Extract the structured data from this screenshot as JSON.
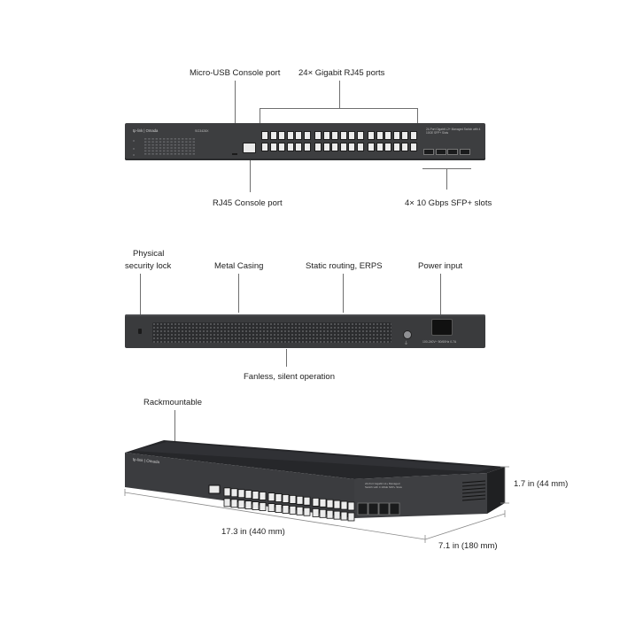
{
  "front_panel": {
    "brand": "tp-link | Omada",
    "model": "SG3428X",
    "description": "24-Port Gigabit L2+ Managed Switch with 4 10GE SFP+ Slots",
    "callouts": {
      "micro_usb": "Micro-USB Console port",
      "rj45_ports": "24× Gigabit RJ45 ports",
      "rj45_console": "RJ45 Console port",
      "sfp_slots": "4× 10 Gbps SFP+ slots"
    }
  },
  "rear_panel": {
    "power_rating": "100-240V~ 50/60Hz 0.7A",
    "callouts": {
      "security_lock": [
        "Physical",
        "security lock"
      ],
      "metal_casing": "Metal Casing",
      "static_routing": "Static routing, ERPS",
      "power_input": "Power input",
      "fanless": "Fanless, silent operation"
    }
  },
  "perspective_view": {
    "callouts": {
      "rackmountable": "Rackmountable"
    },
    "dimensions": {
      "height": "1.7 in (44 mm)",
      "width": "17.3 in (440 mm)",
      "depth": "7.1 in (180 mm)"
    }
  },
  "colors": {
    "chassis": "#3a3b3d",
    "chassis_dark": "#2a2b2d",
    "port": "#ececec",
    "leader_line": "#6f6f6f"
  }
}
